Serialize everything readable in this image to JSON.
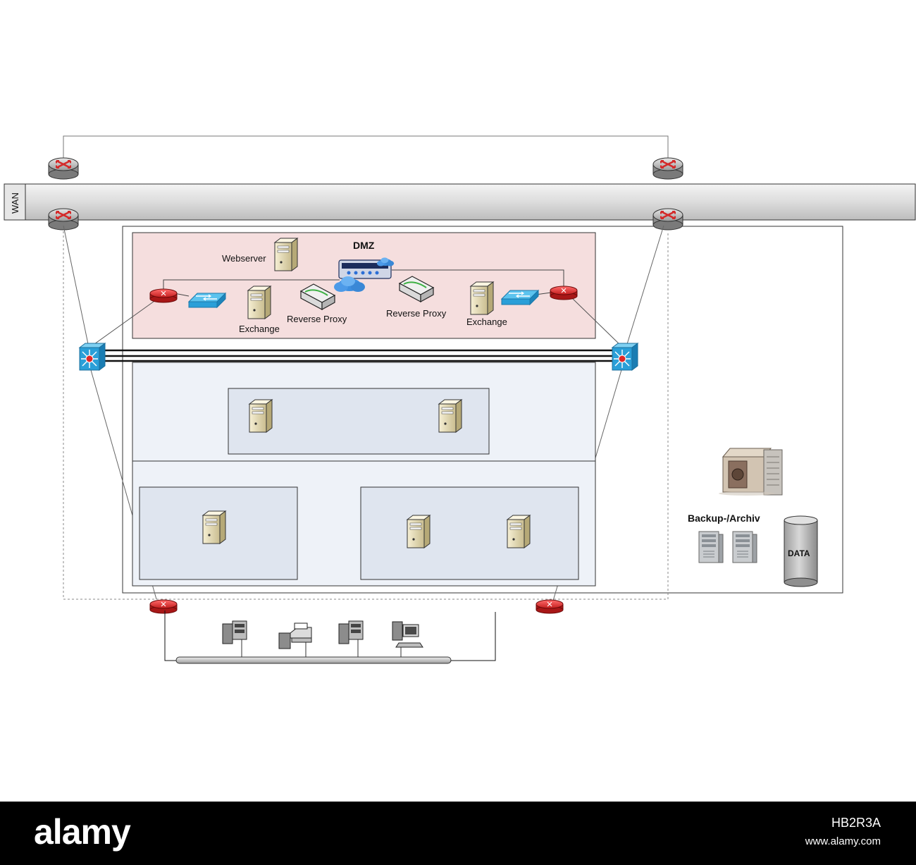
{
  "labels": {
    "wan": "WAN",
    "dmz": "DMZ",
    "webserver": "Webserver",
    "exchange_left": "Exchange",
    "reverse_proxy_left": "Reverse Proxy",
    "reverse_proxy_right": "Reverse Proxy",
    "exchange_right": "Exchange",
    "backup_archiv": "Backup-/Archiv",
    "data": "DATA"
  },
  "footer": {
    "logo": "alamy",
    "image_id": "HB2R3A",
    "url": "www.alamy.com"
  },
  "icons": [
    "router-icon",
    "switch-icon",
    "layer3-switch-icon",
    "server-icon",
    "firewall-icon",
    "cloud-icon",
    "proxy-icon",
    "tape-library-icon",
    "tower-server-icon",
    "database-icon",
    "workstation-icon",
    "printer-icon"
  ],
  "colors": {
    "dmz_fill": "#f5dede",
    "zone_fill": "#eef2f8",
    "subzone_fill": "#dfe5ef",
    "router_red": "#d9302f",
    "switch_blue": "#2a9fd8",
    "server_beige": "#ede4c4"
  }
}
